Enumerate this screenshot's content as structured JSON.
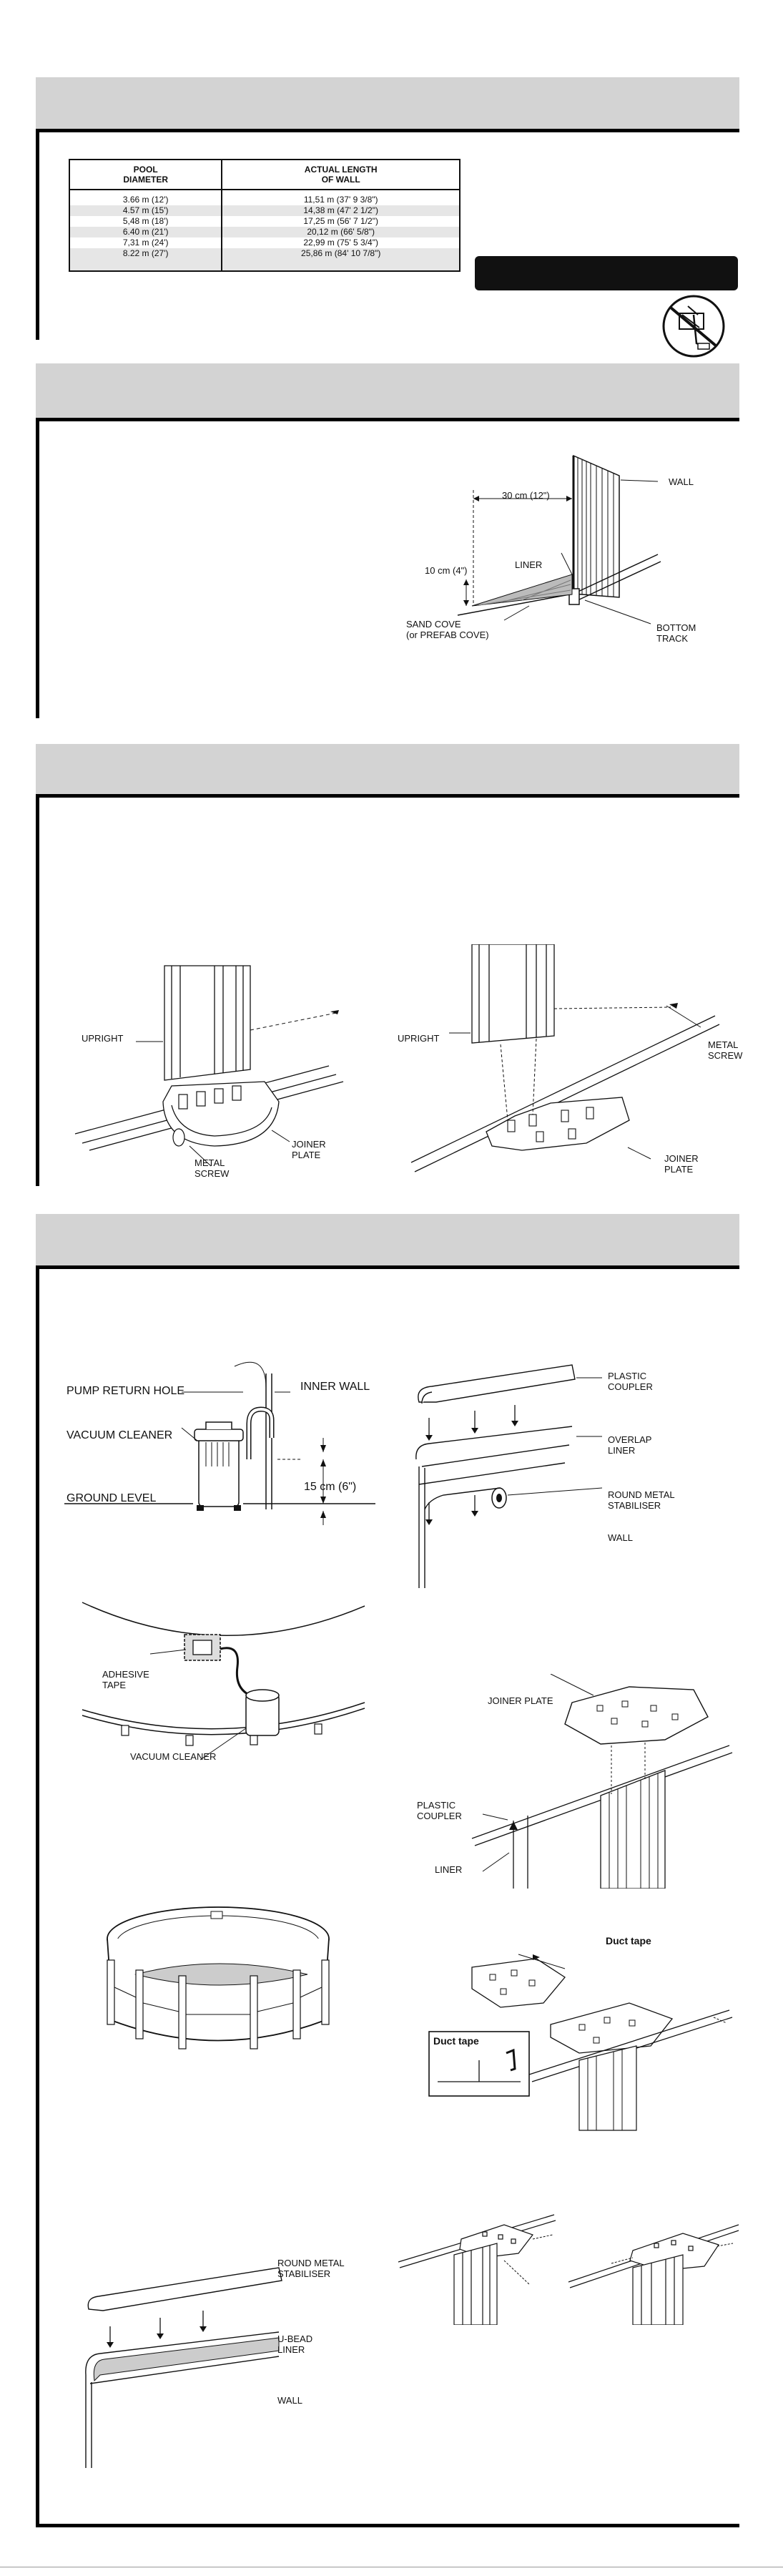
{
  "table": {
    "headers": [
      "POOL\nDIAMETER",
      "ACTUAL LENGTH\nOF WALL"
    ],
    "rows": [
      [
        "3.66 m (12')",
        "11,51 m (37' 9 3/8\")"
      ],
      [
        "4.57 m (15')",
        "14,38 m (47' 2 1/2\")"
      ],
      [
        "5,48 m (18')",
        "17,25 m (56' 7 1/2\")"
      ],
      [
        "6.40 m (21')",
        "20,12 m (66' 5/8\")"
      ],
      [
        "7,31 m (24')",
        "22,99 m (75' 5 3/4\")"
      ],
      [
        "8.22 m (27')",
        "25,86 m (84' 10 7/8\")"
      ]
    ]
  },
  "cove": {
    "dim_12": "30 cm (12\")",
    "dim_4": "10 cm (4\")",
    "liner": "LINER",
    "wall": "WALL",
    "sand_cove": "SAND COVE\n(or PREFAB COVE)",
    "bottom_track": "BOTTOM\nTRACK"
  },
  "joiner": {
    "upright_left": "UPRIGHT",
    "metal_screw_left": "METAL\nSCREW",
    "joiner_plate_left": "JOINER\nPLATE",
    "upright_right": "UPRIGHT",
    "metal_screw_right": "METAL\nSCREW",
    "joiner_plate_right": "JOINER\nPLATE"
  },
  "vacuum": {
    "pump_return_hole": "PUMP RETURN HOLE",
    "inner_wall": "INNER WALL",
    "vacuum_cleaner": "VACUUM CLEANER",
    "ground_level": "GROUND LEVEL",
    "dim_15": "15 cm (6\")"
  },
  "overlap": {
    "plastic_coupler": "PLASTIC\nCOUPLER",
    "overlap_liner": "OVERLAP\nLINER",
    "round_metal_stabiliser": "ROUND METAL\nSTABILISER",
    "wall": "WALL"
  },
  "tape": {
    "adhesive_tape": "ADHESIVE\nTAPE",
    "vacuum_cleaner": "VACUUM CLEANER"
  },
  "coupler": {
    "joiner_plate": "JOINER PLATE",
    "plastic_coupler": "PLASTIC\nCOUPLER",
    "liner": "LINER"
  },
  "ducttape": {
    "duct_tape_top": "Duct tape",
    "duct_tape_inset": "Duct tape"
  },
  "ubead": {
    "round_metal_stabiliser": "ROUND METAL\nSTABILISER",
    "ubead_liner": "U-BEAD\nLINER",
    "wall": "WALL"
  }
}
